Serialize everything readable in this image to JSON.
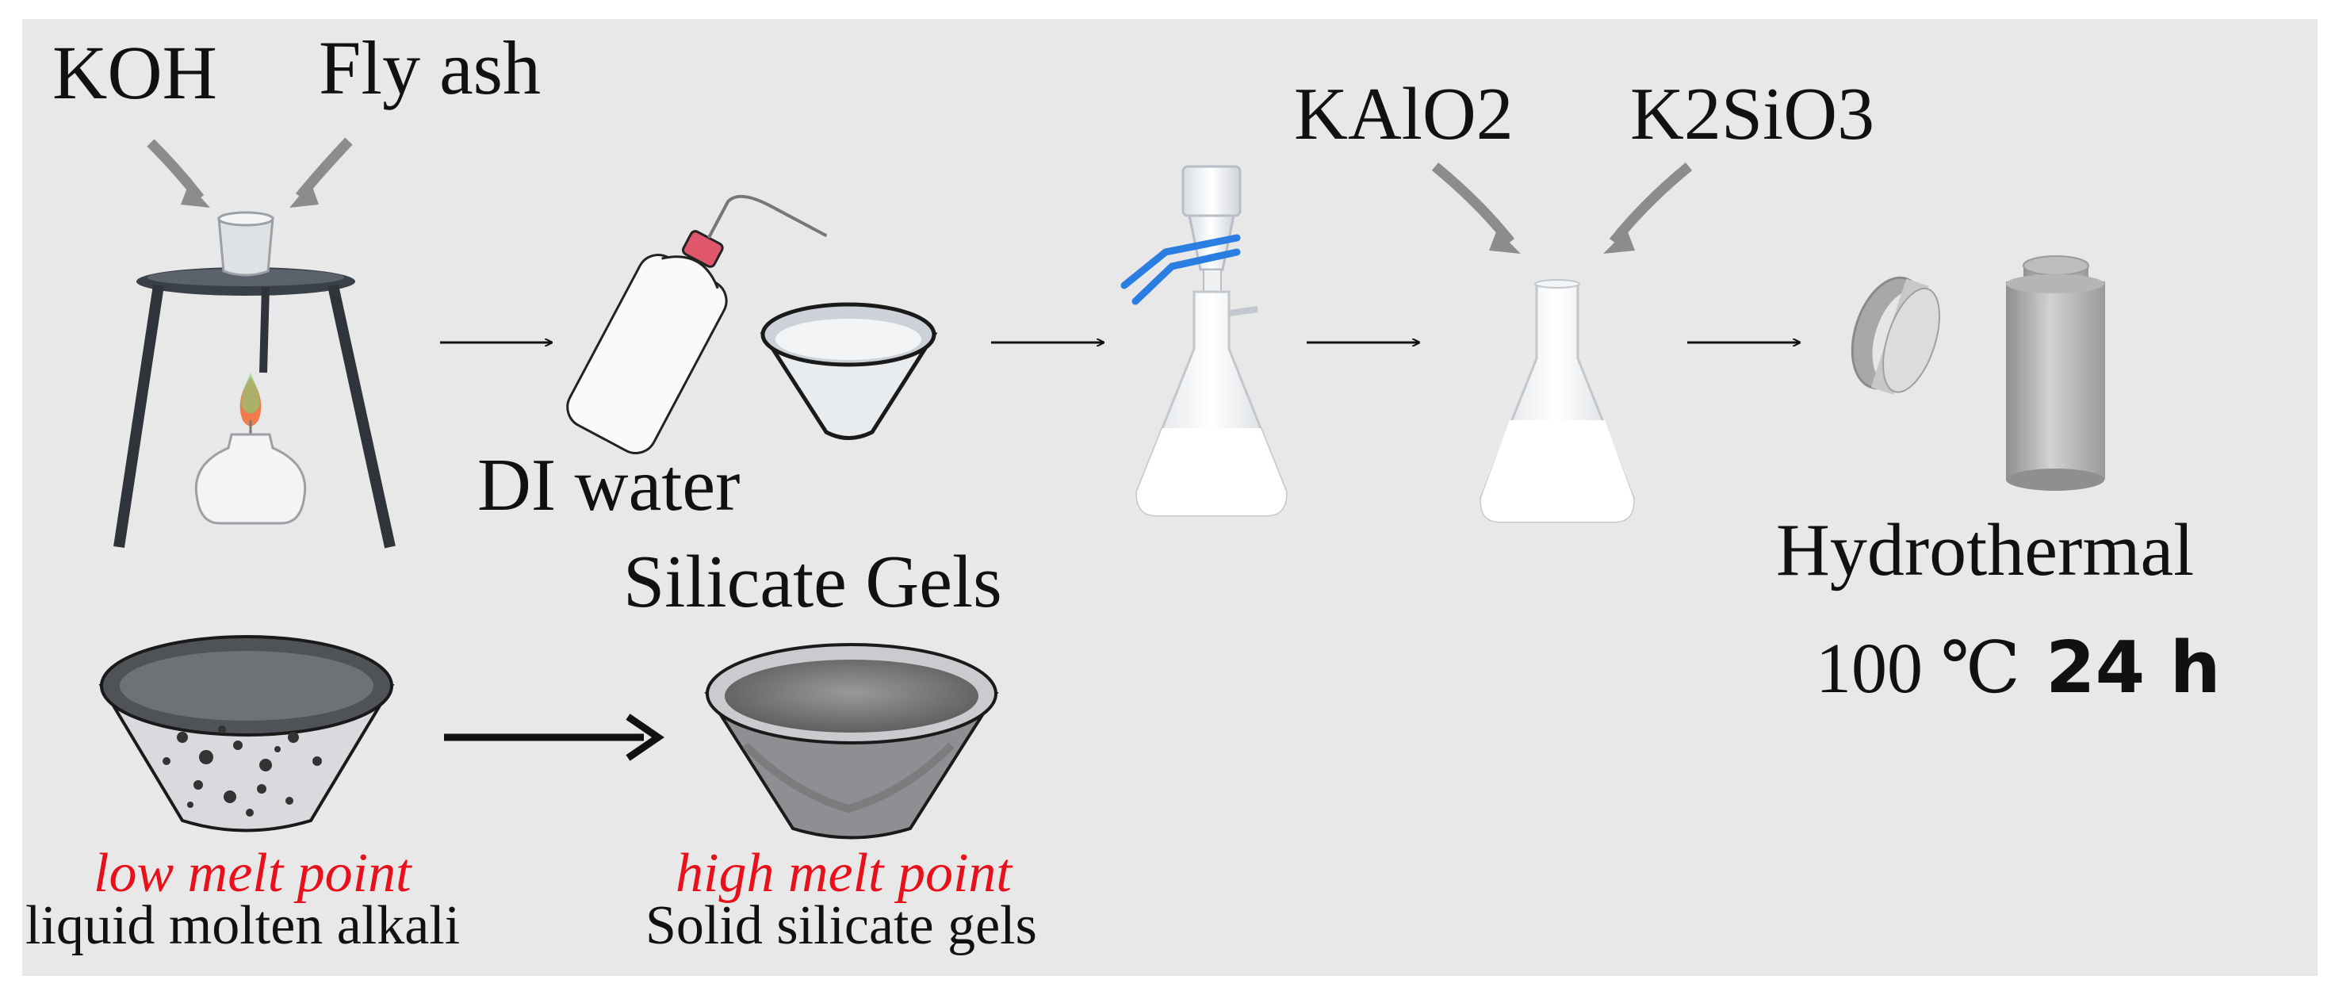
{
  "labels": {
    "koh": "KOH",
    "fly_ash": "Fly ash",
    "di_water": "DI water",
    "silicate_gels": "Silicate Gels",
    "kalo2": "KAlO2",
    "k2sio3": "K2SiO3",
    "hydrothermal": "Hydrothermal",
    "temp": "100 ℃",
    "time": "24 h",
    "low_melt": "low melt point",
    "liquid_alkali": "liquid molten alkali",
    "high_melt": "high melt point",
    "solid_gels": "Solid silicate gels"
  },
  "colors": {
    "background": "#e8e8e8",
    "text": "#111111",
    "highlight": "#e8111b",
    "clamp": "#2a7de1",
    "bottle_cap": "#e0566a",
    "arrow_gray": "#8c8c8c"
  },
  "icons": [
    "tripod-burner-icon",
    "wash-bottle-icon",
    "evaporating-dish-icon",
    "suction-filter-flask-icon",
    "erlenmeyer-flask-icon",
    "autoclave-icon",
    "liquid-bowl-icon",
    "gel-bowl-icon"
  ]
}
